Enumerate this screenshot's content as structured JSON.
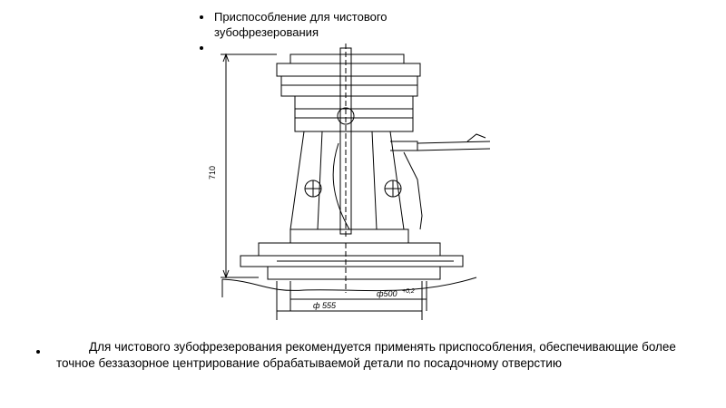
{
  "slide": {
    "top_bullets": [
      "Приспособление для чистового зубофрезерования",
      ""
    ],
    "drawing": {
      "height_dim": "710",
      "dia_inner": "ф500",
      "dia_inner_tol": "+0,2",
      "dia_outer": "ф 555"
    },
    "body_text": "Для чистового зубофрезерования рекомендуется применять приспособления, обеспечивающие более точное беззазорное центрирование обрабатываемой детали по посадочному отверстию"
  }
}
